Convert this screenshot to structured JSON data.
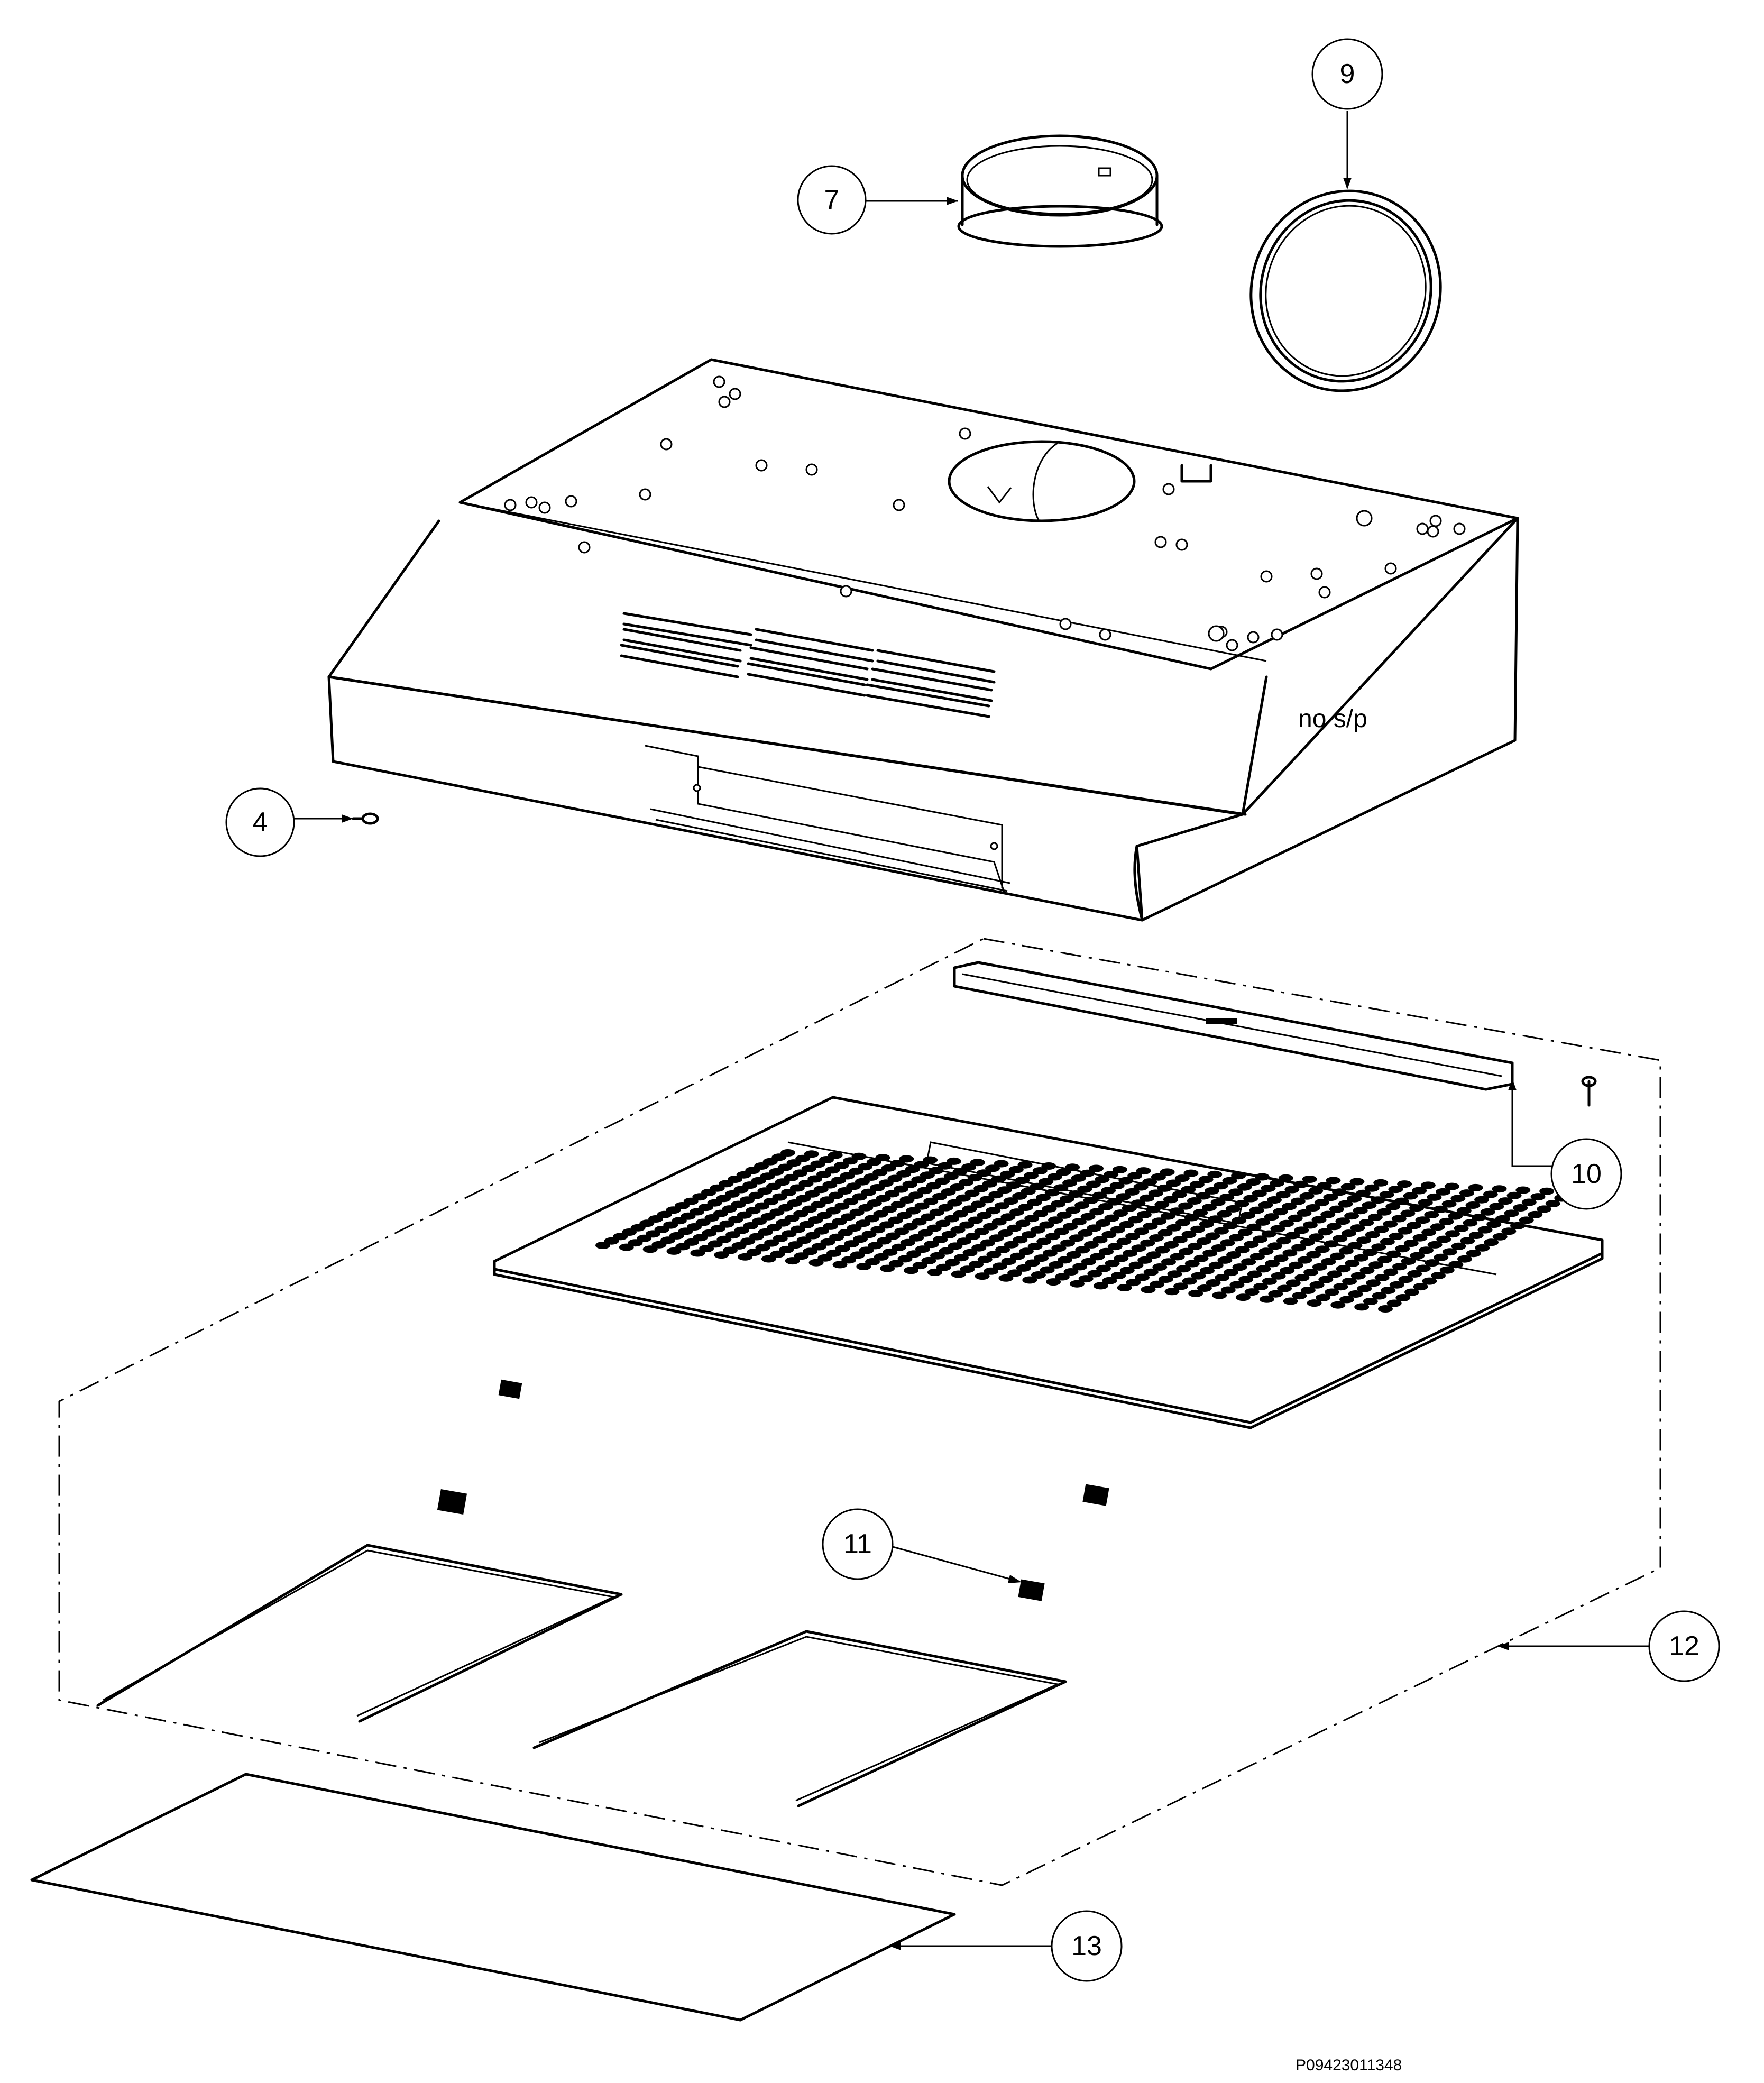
{
  "callouts": {
    "c4": "4",
    "c7": "7",
    "c9": "9",
    "c10": "10",
    "c11": "11",
    "c12": "12",
    "c13": "13"
  },
  "notes": {
    "no_sp": "no s/p"
  },
  "drawing_code": "P09423011348"
}
